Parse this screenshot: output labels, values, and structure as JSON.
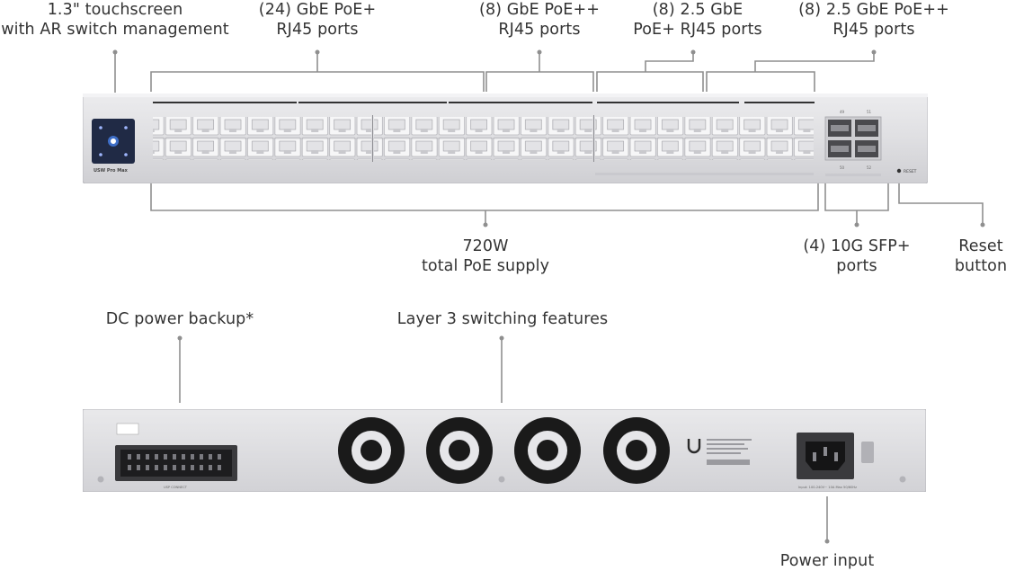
{
  "callouts": {
    "touchscreen": {
      "line1": "1.3\" touchscreen",
      "line2": "with AR switch management"
    },
    "gbe_poe": {
      "line1": "(24) GbE PoE+",
      "line2": "RJ45 ports"
    },
    "gbe_poepp": {
      "line1": "(8) GbE PoE++",
      "line2": "RJ45 ports"
    },
    "g25_poe": {
      "line1": "(8) 2.5 GbE",
      "line2": "PoE+ RJ45 ports"
    },
    "g25_poepp": {
      "line1": "(8) 2.5 GbE PoE++",
      "line2": "RJ45 ports"
    },
    "poe_supply": {
      "line1": "720W",
      "line2": "total PoE supply"
    },
    "sfp": {
      "line1": "(4) 10G SFP+",
      "line2": "ports"
    },
    "reset": {
      "line1": "Reset",
      "line2": "button"
    },
    "dc_backup": "DC power backup*",
    "layer3": "Layer 3 switching features",
    "power_input": "Power input"
  },
  "front": {
    "model_label": "USW Pro Max",
    "reset_label": "RESET",
    "sfp_labels": [
      "49",
      "51",
      "50",
      "52"
    ]
  },
  "rear": {
    "usp_label": "USP CONNECT",
    "power_spec": "Input: 100-240V~ 10A Max 50/60Hz"
  },
  "colors": {
    "chassis": "#dcdcdf",
    "chassis_edge": "#b9b9be",
    "port": "#f4f4f5",
    "line": "#8a8a8a",
    "fan": "#1c1c1c",
    "screen": "#1f2a44"
  }
}
